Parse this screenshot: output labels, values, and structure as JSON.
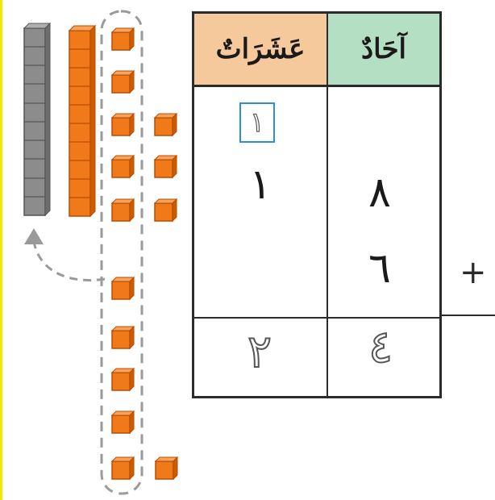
{
  "table": {
    "tens_header": "عَشَرَاتٌ",
    "ones_header": "آحَادٌ",
    "carry_digit": "١",
    "addend1_tens": "١",
    "addend1_ones": "٨",
    "addend2_ones": "٦",
    "sum_tens": "٢",
    "sum_ones": "٤",
    "operator": "+"
  },
  "colors": {
    "tens_header_bg": "#f5c99b",
    "ones_header_bg": "#b5dfc3",
    "cube_orange": "#f07a1a",
    "cube_gray": "#8c8c8c",
    "carry_box": "#2d8fd6"
  },
  "blocks": {
    "gray_rod_units": 10,
    "orange_rod_units": 10,
    "circled_units": 10,
    "extra_units": 4
  }
}
